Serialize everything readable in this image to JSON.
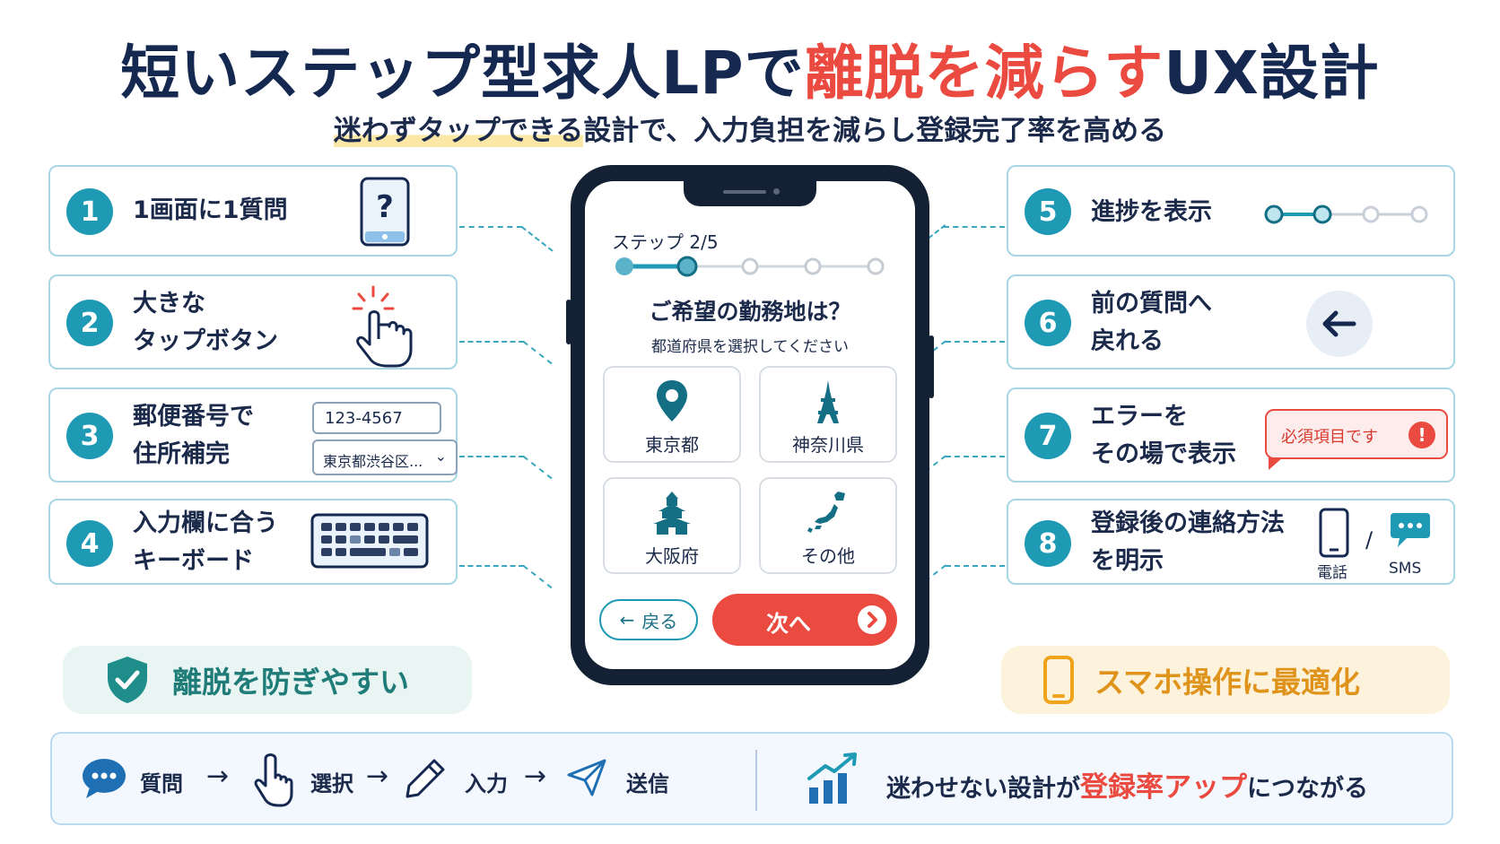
{
  "title": {
    "part1": "短いステップ型求人LPで",
    "highlight": "離脱を減らす",
    "part2": "UX設計"
  },
  "subtitle": {
    "highlight": "迷わずタップできる",
    "rest": "設計で、入力負担を減らし登録完了率を高める"
  },
  "left_items": [
    {
      "num": "1",
      "line1": "1画面に1質問",
      "line2": "",
      "icon": "question-phone-icon"
    },
    {
      "num": "2",
      "line1": "大きな",
      "line2": "タップボタン",
      "icon": "tap-hand-icon"
    },
    {
      "num": "3",
      "line1": "郵便番号で",
      "line2": "住所補完",
      "icon": "address-fields"
    },
    {
      "num": "4",
      "line1": "入力欄に合う",
      "line2": "キーボード",
      "icon": "keyboard-icon"
    }
  ],
  "right_items": [
    {
      "num": "5",
      "line1": "進捗を表示",
      "line2": "",
      "icon": "progress-dots-icon"
    },
    {
      "num": "6",
      "line1": "前の質問へ",
      "line2": "戻れる",
      "icon": "back-arrow-icon"
    },
    {
      "num": "7",
      "line1": "エラーを",
      "line2": "その場で表示",
      "icon": "error-bubble"
    },
    {
      "num": "8",
      "line1": "登録後の連絡方法",
      "line2": "を明示",
      "icon": "contact-icons"
    }
  ],
  "address_demo": {
    "zip": "123-4567",
    "address": "東京都渋谷区..."
  },
  "error_demo": {
    "text": "必須項目です"
  },
  "contact_demo": {
    "phone_label": "電話",
    "separator": "/",
    "sms_label": "SMS"
  },
  "phone": {
    "step_label": "ステップ 2/5",
    "progress": {
      "current": 2,
      "total": 5
    },
    "question": "ご希望の勤務地は？",
    "hint": "都道府県を選択してください",
    "options": [
      {
        "label": "東京都",
        "icon": "map-pin-icon"
      },
      {
        "label": "神奈川県",
        "icon": "tower-icon"
      },
      {
        "label": "大阪府",
        "icon": "castle-icon"
      },
      {
        "label": "その他",
        "icon": "japan-map-icon"
      }
    ],
    "back_label": "戻る",
    "next_label": "次へ"
  },
  "badges": {
    "left": "離脱を防ぎやすい",
    "right": "スマホ操作に最適化"
  },
  "flow": {
    "steps": [
      "質問",
      "選択",
      "入力",
      "送信"
    ],
    "arrow": "→",
    "slogan_pre": "迷わせない設計が",
    "slogan_highlight": "登録率アップ",
    "slogan_post": "につながる"
  },
  "colors": {
    "navy": "#142850",
    "accent_red": "#ea4a3f",
    "teal": "#1f9ab4",
    "card_border": "#a9d6e5",
    "pill_left_bg": "#e8f5f3",
    "pill_right_bg": "#fdf3dc"
  }
}
